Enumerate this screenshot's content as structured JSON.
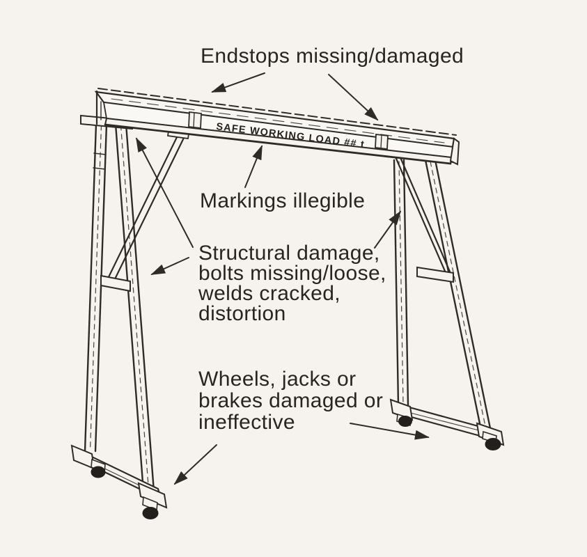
{
  "diagram": {
    "title_hint": "Mobile gantry crane defect inspection diagram",
    "background_color": "#f6f3ef",
    "ink_color": "#2e2b27",
    "beam_marking": "SAFE WORKING LOAD ## t",
    "labels": {
      "endstops": "Endstops missing/damaged",
      "markings": "Markings illegible",
      "structural": "Structural damage,\nbolts missing/loose,\nwelds cracked,\ndistortion",
      "wheels": "Wheels, jacks or\nbrakes damaged or\nineffective"
    }
  }
}
